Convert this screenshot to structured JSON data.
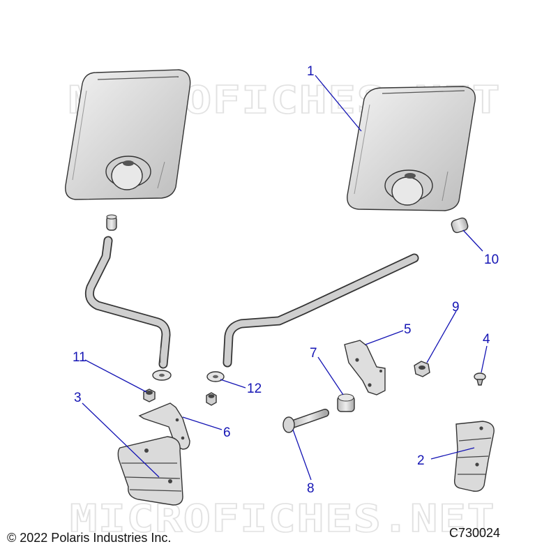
{
  "watermark": "MICROFICHES.NET",
  "callouts": [
    "1",
    "2",
    "3",
    "4",
    "5",
    "6",
    "7",
    "8",
    "9",
    "10",
    "11",
    "12"
  ],
  "footer": {
    "copyright": "© 2022 Polaris Industries Inc.",
    "drawing_code": "C730024"
  },
  "colors": {
    "callout": "#1414b4",
    "part_fill": "#d9d9d9",
    "part_stroke": "#333333",
    "watermark": "#e2e2e2"
  }
}
